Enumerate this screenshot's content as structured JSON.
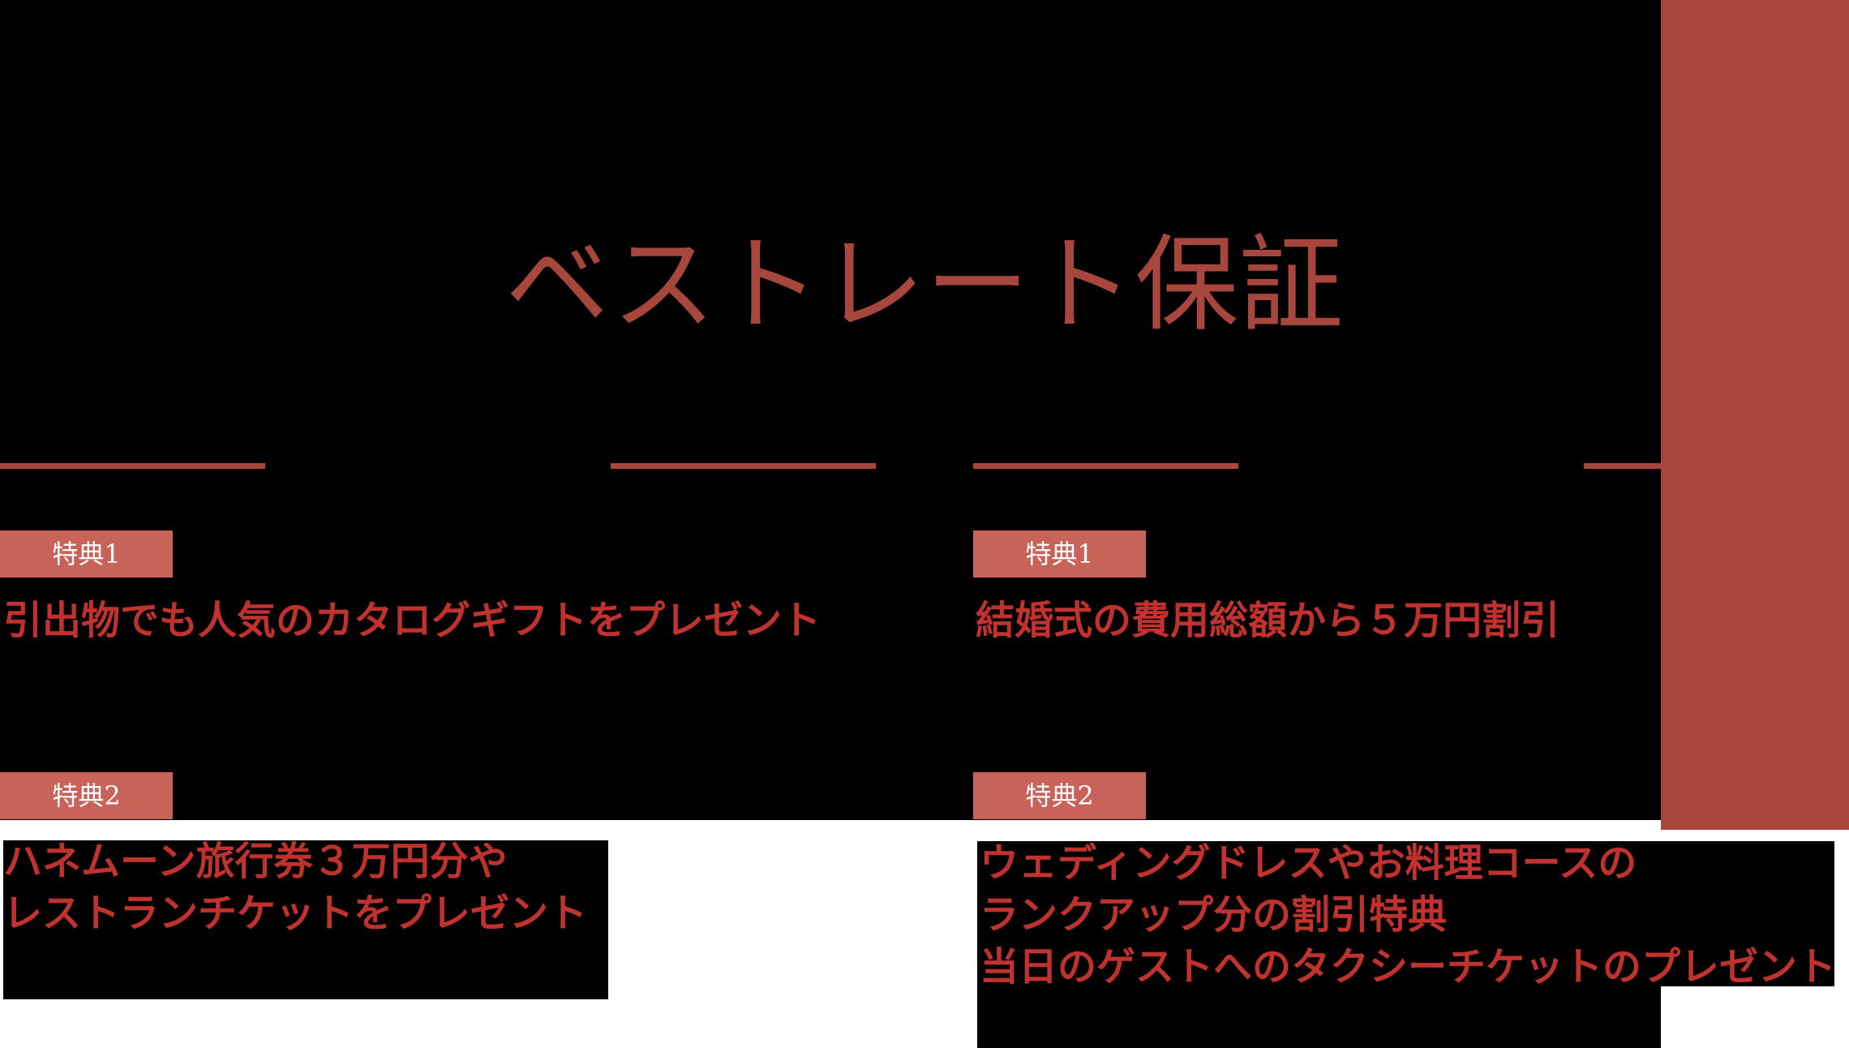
{
  "title": "ベストレート保証",
  "colors": {
    "background_dark": "#000000",
    "accent": "#a6463c",
    "badge": "#c8635a",
    "badge_text": "#ffffff",
    "benefit_text": "#c0322e",
    "page_background": "#ffffff"
  },
  "plans": [
    {
      "benefits": [
        {
          "badge": "特典1",
          "lines": [
            "引出物でも人気のカタログギフトをプレゼント"
          ]
        },
        {
          "badge": "特典2",
          "lines": [
            "ハネムーン旅行券３万円分や",
            "レストランチケットをプレゼント"
          ]
        }
      ]
    },
    {
      "benefits": [
        {
          "badge": "特典1",
          "lines": [
            "結婚式の費用総額から５万円割引"
          ]
        },
        {
          "badge": "特典2",
          "lines": [
            "ウェディングドレスやお料理コースの",
            "ランクアップ分の割引特典",
            "当日のゲストへのタクシーチケットのプレゼント"
          ]
        }
      ]
    }
  ]
}
